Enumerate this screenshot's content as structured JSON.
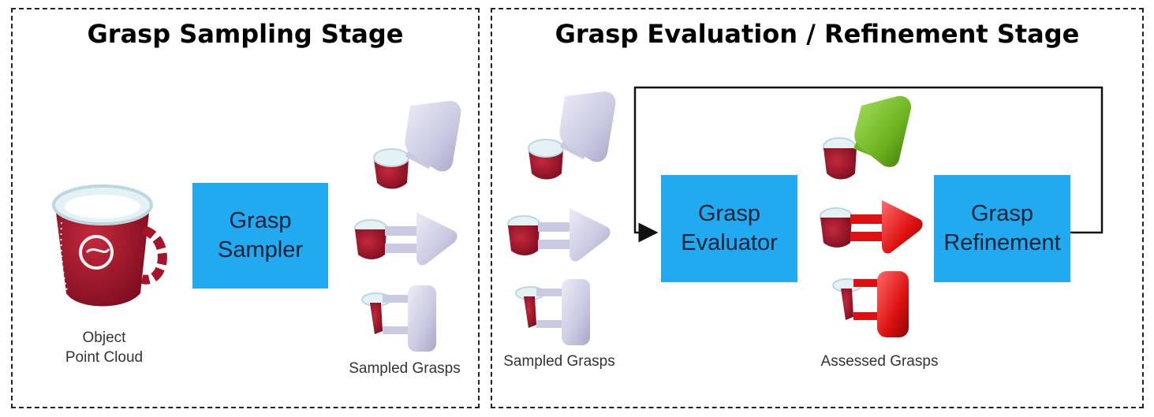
{
  "sampling_stage": {
    "title": "Grasp Sampling Stage",
    "object_caption_line1": "Object",
    "object_caption_line2": "Point Cloud",
    "sampler_line1": "Grasp",
    "sampler_line2": "Sampler",
    "sampled_caption": "Sampled Grasps"
  },
  "evaluation_stage": {
    "title": "Grasp Evaluation / Refinement Stage",
    "sampled_caption": "Sampled Grasps",
    "evaluator_line1": "Grasp",
    "evaluator_line2": "Evaluator",
    "refinement_line1": "Grasp",
    "refinement_line2": "Refinement",
    "assessed_caption": "Assessed Grasps"
  },
  "colors": {
    "block_fill": "#22aaf0",
    "gripper_default": "#c9c9e2",
    "gripper_good": "#6cb31f",
    "gripper_bad": "#dd1111",
    "mug_red": "#a5142a",
    "mug_rim": "#dfeef2"
  },
  "icons": [
    "mug-point-cloud-icon",
    "gripper-icon",
    "loop-arrow-icon"
  ]
}
